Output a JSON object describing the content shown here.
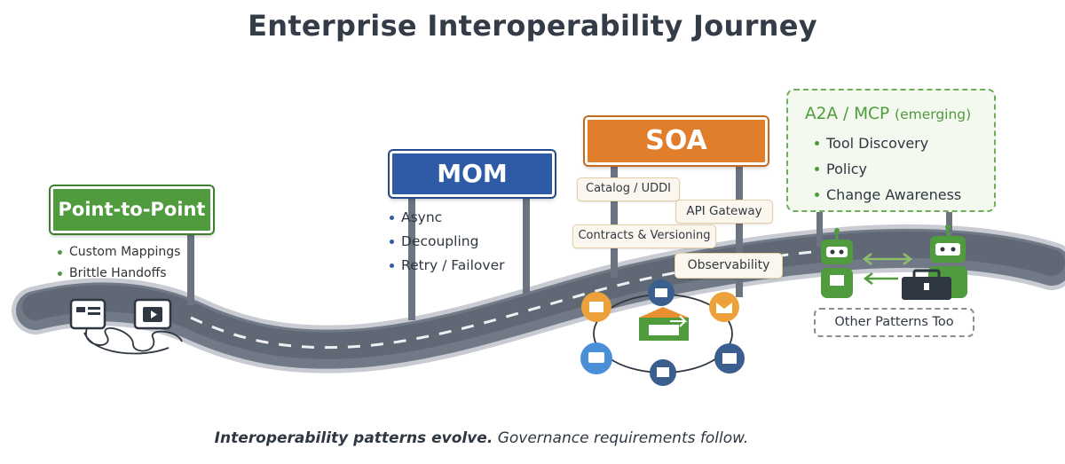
{
  "title": "Enterprise Interoperability Journey",
  "stages": {
    "p2p": {
      "label": "Point-to-Point",
      "items": [
        "Custom Mappings",
        "Brittle Handoffs"
      ]
    },
    "mom": {
      "label": "MOM",
      "items": [
        "Async",
        "Decoupling",
        "Retry / Failover"
      ]
    },
    "soa": {
      "label": "SOA",
      "tags": [
        "Catalog / UDDI",
        "API Gateway",
        "Contracts & Versioning",
        "Observability"
      ]
    },
    "a2a": {
      "label": "A2A / MCP",
      "qualifier": "(emerging)",
      "items": [
        "Tool Discovery",
        "Policy",
        "Change Awareness"
      ],
      "other": "Other Patterns Too"
    }
  },
  "caption": {
    "emphasis": "Interoperability patterns evolve.",
    "rest": "Governance requirements follow."
  },
  "colors": {
    "p2p": "#4f9b3d",
    "mom": "#2e5aa6",
    "soa": "#e07e2c",
    "a2a": "#4f9b3d",
    "road": "#6b7480"
  },
  "icons": [
    "legacy-system-icon",
    "media-system-icon",
    "tangled-wires-icon",
    "service-hub-icon",
    "service-node-icon",
    "agent-robot-icon",
    "toolbox-icon",
    "exchange-arrows-icon"
  ]
}
